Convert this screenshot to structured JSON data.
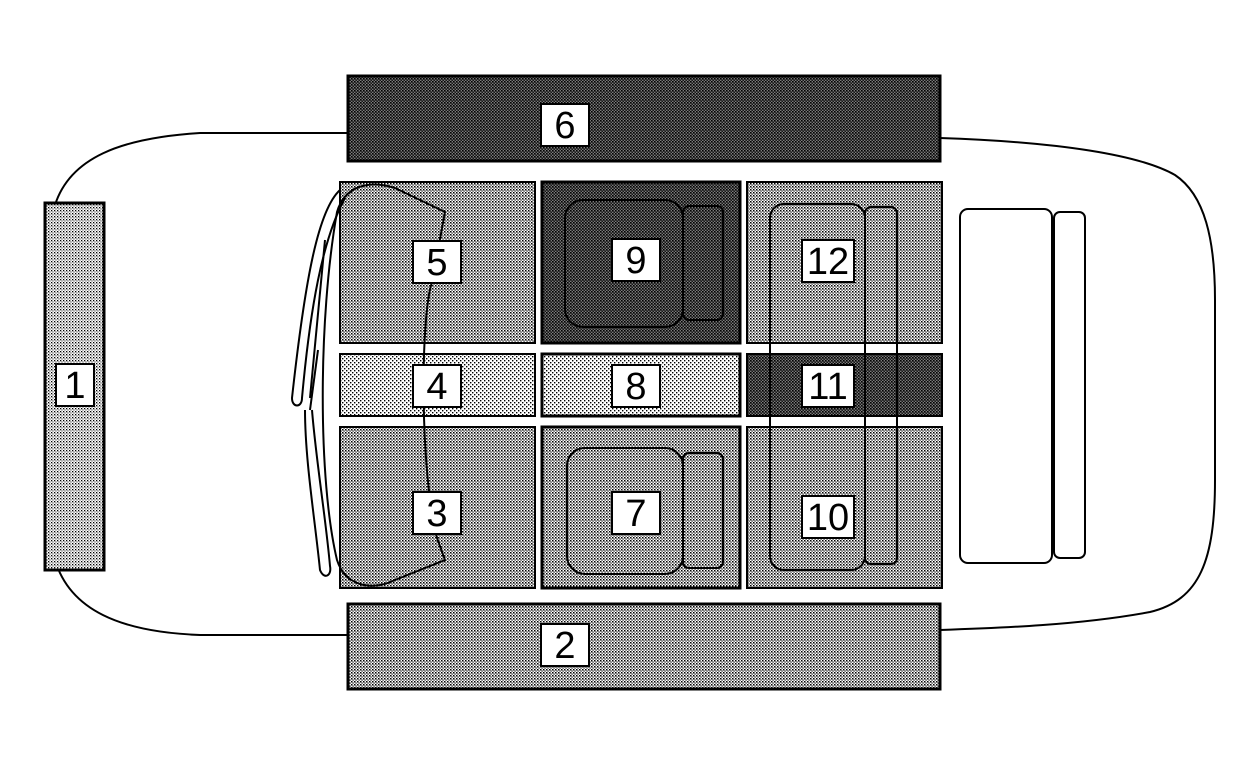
{
  "diagram": {
    "zones": [
      {
        "id": "1",
        "label": "1",
        "shade": "light"
      },
      {
        "id": "2",
        "label": "2",
        "shade": "light"
      },
      {
        "id": "3",
        "label": "3",
        "shade": "medium"
      },
      {
        "id": "4",
        "label": "4",
        "shade": "light"
      },
      {
        "id": "5",
        "label": "5",
        "shade": "medium"
      },
      {
        "id": "6",
        "label": "6",
        "shade": "dark"
      },
      {
        "id": "7",
        "label": "7",
        "shade": "medium"
      },
      {
        "id": "8",
        "label": "8",
        "shade": "light"
      },
      {
        "id": "9",
        "label": "9",
        "shade": "dark"
      },
      {
        "id": "10",
        "label": "10",
        "shade": "medium"
      },
      {
        "id": "11",
        "label": "11",
        "shade": "dark"
      },
      {
        "id": "12",
        "label": "12",
        "shade": "medium"
      }
    ],
    "colors": {
      "outline": "#000000",
      "background": "#ffffff",
      "shade_light": "#e4e4e4",
      "shade_medium": "#c9c9c9",
      "shade_dark": "#a9a9a9"
    }
  }
}
